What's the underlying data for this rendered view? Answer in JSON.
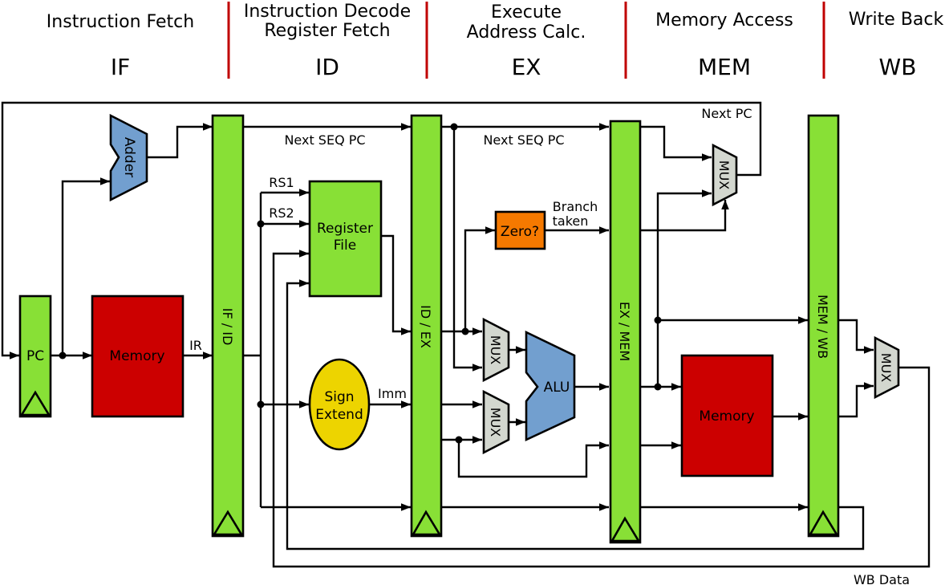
{
  "stages": [
    {
      "name_lines": [
        "Instruction Fetch"
      ],
      "abbr": "IF"
    },
    {
      "name_lines": [
        "Instruction Decode",
        "Register Fetch"
      ],
      "abbr": "ID"
    },
    {
      "name_lines": [
        "Execute",
        "Address Calc."
      ],
      "abbr": "EX"
    },
    {
      "name_lines": [
        "Memory Access"
      ],
      "abbr": "MEM"
    },
    {
      "name_lines": [
        "Write Back"
      ],
      "abbr": "WB"
    }
  ],
  "blocks": {
    "pc": "PC",
    "adder": "Adder",
    "instr_memory": "Memory",
    "if_id": "IF / ID",
    "register_file_line1": "Register",
    "register_file_line2": "File",
    "sign_extend_line1": "Sign",
    "sign_extend_line2": "Extend",
    "id_ex": "ID / EX",
    "zero": "Zero?",
    "alu": "ALU",
    "mux": "MUX",
    "ex_mem": "EX / MEM",
    "data_memory": "Memory",
    "mem_wb": "MEM / WB"
  },
  "labels": {
    "ir": "IR",
    "rs1": "RS1",
    "rs2": "RS2",
    "imm": "Imm",
    "next_seq_pc_1": "Next SEQ PC",
    "next_seq_pc_2": "Next SEQ PC",
    "next_pc": "Next PC",
    "branch_taken_line1": "Branch",
    "branch_taken_line2": "taken",
    "wb_data": "WB Data"
  },
  "colors": {
    "pipeline_register": "#88e036",
    "memory": "#cc0000",
    "adder_alu": "#729fcf",
    "sign_extend": "#edd400",
    "zero": "#f57900",
    "mux": "#d3d7cf",
    "stage_divider": "#c00000"
  }
}
